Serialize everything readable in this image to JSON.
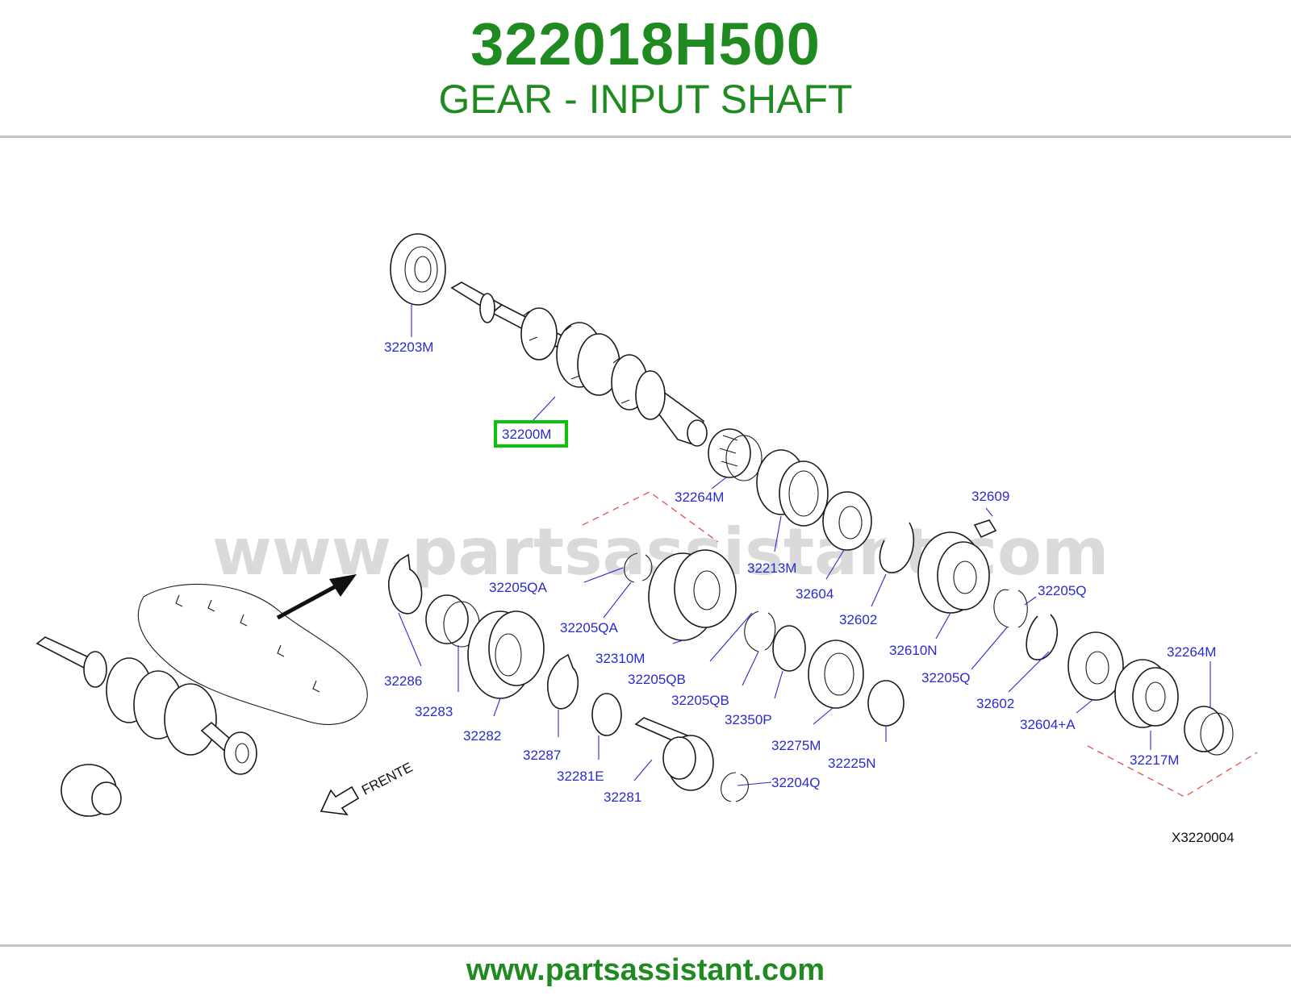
{
  "header": {
    "part_number": "322018H500",
    "description": "GEAR - INPUT SHAFT"
  },
  "watermark": "www.partsassistant.com",
  "footer": {
    "url": "www.partsassistant.com"
  },
  "diagram": {
    "ref_code": "X3220004",
    "direction_label": "FRENTE",
    "highlighted_part": "32200M",
    "callouts": {
      "c32203M": "32203M",
      "c32200M": "32200M",
      "c32264M_a": "32264M",
      "c32213M": "32213M",
      "c32609": "32609",
      "c32205QA_a": "32205QA",
      "c32205QA_b": "32205QA",
      "c32604": "32604",
      "c32602_a": "32602",
      "c32205Q_a": "32205Q",
      "c32610N": "32610N",
      "c32310M": "32310M",
      "c32205QB_a": "32205QB",
      "c32205QB_b": "32205QB",
      "c32286": "32286",
      "c32283": "32283",
      "c32282": "32282",
      "c32287": "32287",
      "c32281E": "32281E",
      "c32281": "32281",
      "c32350P": "32350P",
      "c32275M": "32275M",
      "c32225N": "32225N",
      "c32204Q": "32204Q",
      "c32205Q_b": "32205Q",
      "c32602_b": "32602",
      "c32604A": "32604+A",
      "c32217M": "32217M",
      "c32264M_b": "32264M"
    }
  }
}
